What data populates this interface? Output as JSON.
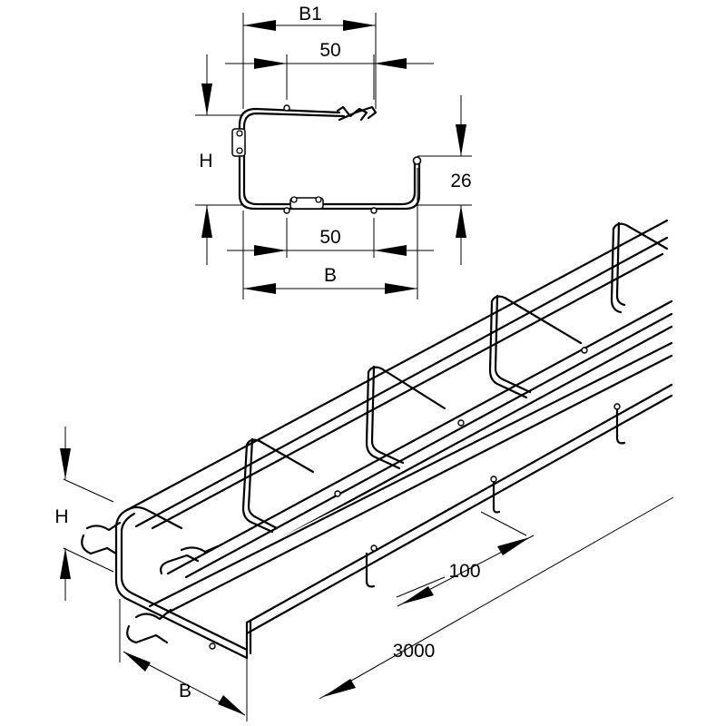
{
  "cross_section": {
    "top_width_label": "B1",
    "top_offset_label": "50",
    "height_label": "H",
    "lip_height_label": "26",
    "bottom_offset_label": "50",
    "bottom_width_label": "B"
  },
  "isometric": {
    "height_label": "H",
    "mesh_pitch_label": "100",
    "length_label": "3000",
    "width_label": "B"
  }
}
